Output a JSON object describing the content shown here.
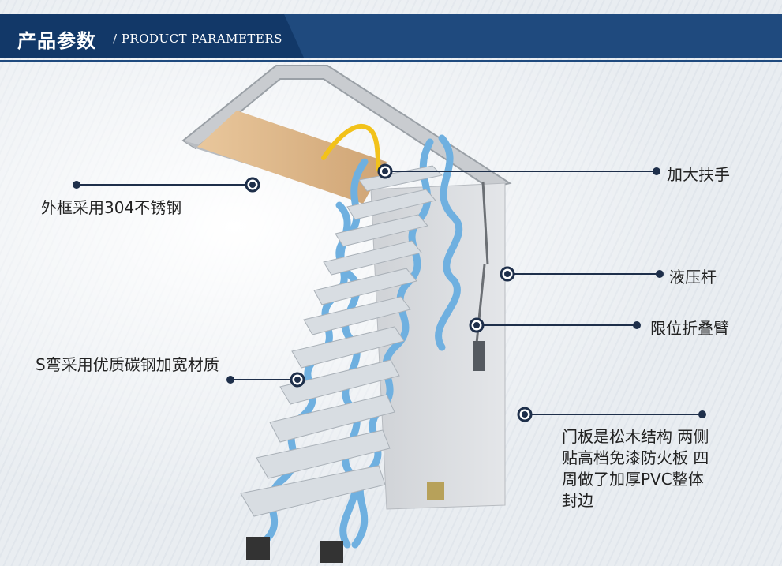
{
  "header": {
    "title_cn": "产品参数",
    "title_en": "/ PRODUCT PARAMETERS"
  },
  "colors": {
    "header_bg": "#1f4a7e",
    "header_tab": "#123868",
    "callout_line": "#1e2f4a",
    "ladder_blue": "#6fb0e0",
    "treads": "#d8dde2"
  },
  "callouts": {
    "handrail": "加大扶手",
    "frame": "外框采用304不锈钢",
    "hydraulic_rod": "液压杆",
    "limit_arm": "限位折叠臂",
    "s_bend": "S弯采用优质碳钢加宽材质",
    "door_panel_lines": [
      "门板是松木结构 两侧",
      "贴高档免漆防火板 四",
      "周做了加厚PVC整体",
      "封边"
    ]
  }
}
